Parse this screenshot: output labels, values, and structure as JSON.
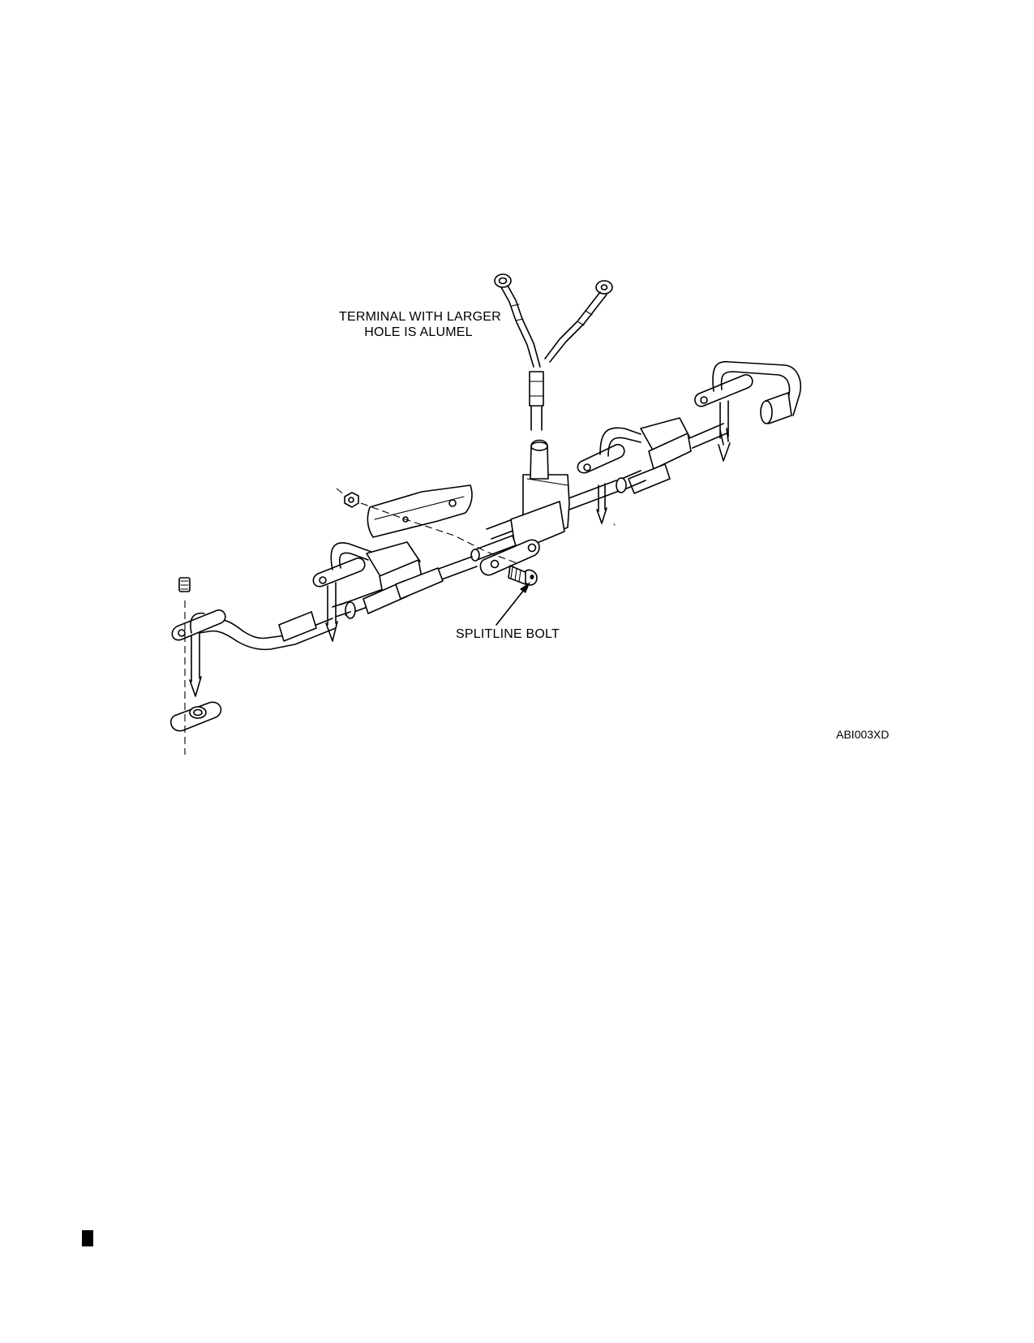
{
  "figure": {
    "callouts": {
      "terminal_line1": "TERMINAL WITH LARGER",
      "terminal_line2": "HOLE IS ALUMEL",
      "splitline_bolt": "SPLITLINE BOLT"
    },
    "figure_id": "ABI003XD",
    "icons": {
      "harness": "thermocouple-harness-icon",
      "bolt": "bolt-icon",
      "nut": "nut-icon",
      "terminal": "ring-terminal-icon",
      "probe": "probe-icon"
    }
  }
}
